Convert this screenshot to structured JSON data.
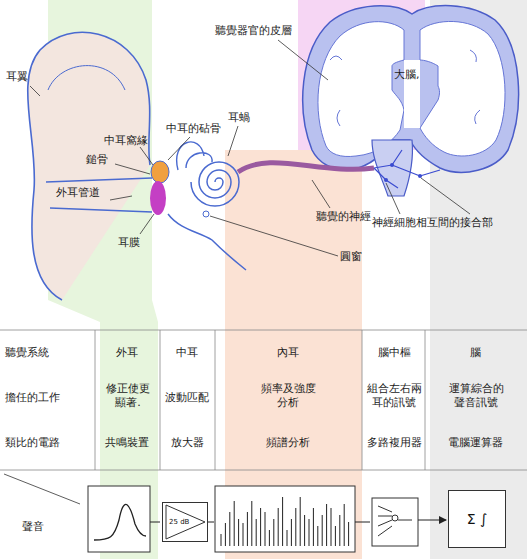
{
  "diagram": {
    "nodes": [
      {
        "text": [
          "25 dB"
        ]
      },
      {
        "text": [
          "Σ ∫"
        ]
      }
    ],
    "labels": [
      "聽覺器官的皮層",
      "耳翼",
      "大腦,",
      "中耳的砧骨",
      "中耳窩緣",
      "耳蝸",
      "鎚骨",
      "外耳管道",
      "耳膜",
      "聽覺的神經",
      "圓窗",
      "神經細胞相互間的接合部",
      "聽覺系統",
      "外耳",
      "中耳",
      "內耳",
      "腦中樞",
      "腦",
      "擔任的工作",
      "修正使更顯著.",
      "波動匹配",
      "頻率及強度分析",
      "組合左右兩耳的訊號",
      "運算綜合的聲音訊號",
      "類比的電路",
      "共鳴裝置",
      "放大器",
      "頻譜分析",
      "多路複用器",
      "電腦運算器",
      "聲音"
    ]
  }
}
